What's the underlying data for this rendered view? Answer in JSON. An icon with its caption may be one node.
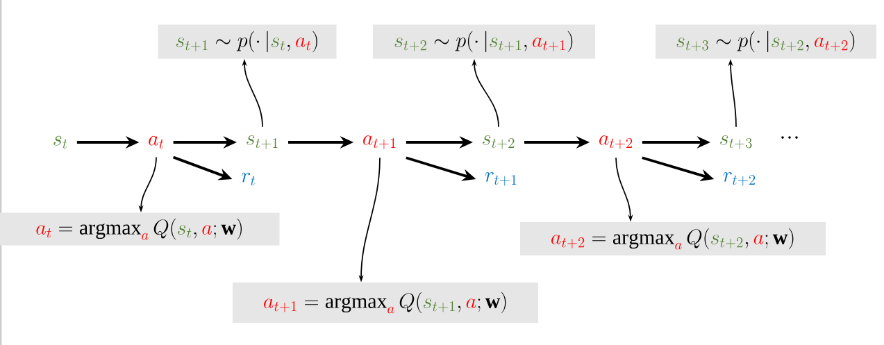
{
  "diagram": {
    "nodes": [
      {
        "text": [
          "\\textcolor[HTML]{548235}{s_{t}}"
        ]
      },
      {
        "text": [
          "\\textcolor[HTML]{FF0000}{a_{t}}"
        ]
      },
      {
        "text": [
          "\\textcolor[HTML]{548235}{s_{t+1}}"
        ]
      },
      {
        "text": [
          "\\textcolor[HTML]{0070C0}{r_{t}}"
        ]
      },
      {
        "text": [
          "\\textcolor[HTML]{548235}{s_{t+1}} \\sim p(\\cdot\\,|\\textcolor[HTML]{548235}{s_{t}}, \\textcolor[HTML]{FF0000}{a_{t}})"
        ]
      },
      {
        "text": [
          "\\textcolor[HTML]{FF0000}{a_{t}} = \\mathrm{argmax}_{\\textcolor[HTML]{FF0000}{a}}\\, Q(\\textcolor[HTML]{548235}{s_{t}}, \\textcolor[HTML]{FF0000}{a}; \\mathbf{w})"
        ]
      },
      {
        "text": [
          "\\textcolor[HTML]{FF0000}{a_{t+1}}"
        ]
      },
      {
        "text": [
          "\\textcolor[HTML]{548235}{s_{t+2}}"
        ]
      },
      {
        "text": [
          "\\textcolor[HTML]{0070C0}{r_{t+1}}"
        ]
      },
      {
        "text": [
          "\\textcolor[HTML]{548235}{s_{t+2}} \\sim p(\\cdot\\,|\\textcolor[HTML]{548235}{s_{t+1}}, \\textcolor[HTML]{FF0000}{a_{t+1}})"
        ]
      },
      {
        "text": [
          "\\textcolor[HTML]{FF0000}{a_{t+1}} = \\mathrm{argmax}_{\\textcolor[HTML]{FF0000}{a}}\\, Q(\\textcolor[HTML]{548235}{s_{t+1}}, \\textcolor[HTML]{FF0000}{a}; \\mathbf{w})"
        ]
      },
      {
        "text": [
          "\\textcolor[HTML]{FF0000}{a_{t+2}}"
        ]
      },
      {
        "text": [
          "\\textcolor[HTML]{548235}{s_{t+3}}"
        ]
      },
      {
        "text": [
          "\\textcolor[HTML]{0070C0}{r_{t+2}}"
        ]
      },
      {
        "text": [
          "\\textcolor[HTML]{548235}{s_{t+3}} \\sim p(\\cdot\\,|\\textcolor[HTML]{548235}{s_{t+2}}, \\textcolor[HTML]{FF0000}{a_{t+2}})"
        ]
      },
      {
        "text": [
          "\\textcolor[HTML]{FF0000}{a_{t+2}} = \\mathrm{argmax}_{\\textcolor[HTML]{FF0000}{a}}\\, Q(\\textcolor[HTML]{548235}{s_{t+2}}, \\textcolor[HTML]{FF0000}{a}; \\mathbf{w})"
        ]
      }
    ],
    "edges": [
      {
        "from": 0,
        "to": 1,
        "arrow": "to"
      },
      {
        "from": 1,
        "to": 2,
        "arrow": "to"
      },
      {
        "from": 1,
        "to": 3,
        "arrow": "to"
      },
      {
        "from": 2,
        "to": 4,
        "arrow": "to"
      },
      {
        "from": 1,
        "to": 5,
        "arrow": "to"
      },
      {
        "from": 2,
        "to": 6,
        "arrow": "to"
      },
      {
        "from": 6,
        "to": 7,
        "arrow": "to"
      },
      {
        "from": 6,
        "to": 8,
        "arrow": "to"
      },
      {
        "from": 7,
        "to": 9,
        "arrow": "to"
      },
      {
        "from": 6,
        "to": 10,
        "arrow": "to"
      },
      {
        "from": 7,
        "to": 11,
        "arrow": "to"
      },
      {
        "from": 11,
        "to": 12,
        "arrow": "to"
      },
      {
        "from": 11,
        "to": 13,
        "arrow": "to"
      },
      {
        "from": 12,
        "to": 14,
        "arrow": "to"
      },
      {
        "from": 11,
        "to": 15,
        "arrow": "to"
      }
    ],
    "labels": [
      "…"
    ]
  }
}
